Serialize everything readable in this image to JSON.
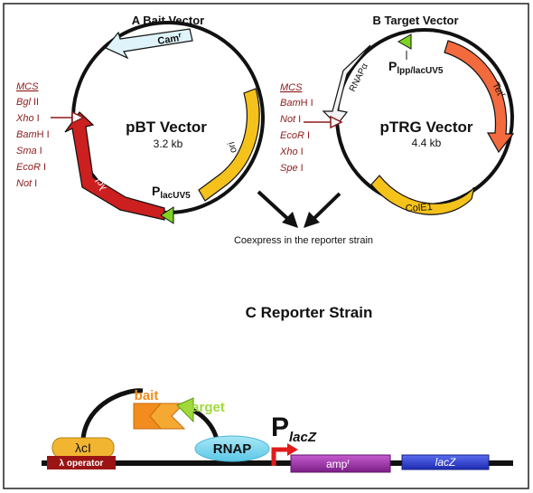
{
  "panel_a": {
    "title": "A  Bait Vector",
    "name": "pBT Vector",
    "size": "3.2 kb",
    "mcs_title": "MCS",
    "mcs_sites": [
      {
        "enzyme": "Bgl",
        "suffix": " II"
      },
      {
        "enzyme": "Xho",
        "suffix": " I"
      },
      {
        "enzyme": "Bam",
        "suffix": "H I"
      },
      {
        "enzyme": "Sma",
        "suffix": " I"
      },
      {
        "enzyme": "EcoR",
        "suffix": " I"
      },
      {
        "enzyme": "Not",
        "suffix": " I"
      }
    ],
    "features": {
      "cam": "Cam",
      "cam_sup": "r",
      "lcl": "λcI",
      "ori": "ori",
      "promoter": "P",
      "promoter_sub": "lacUV5"
    }
  },
  "panel_b": {
    "title": "B  Target Vector",
    "name": "pTRG Vector",
    "size": "4.4 kb",
    "mcs_title": "MCS",
    "mcs_sites": [
      {
        "enzyme": "Bam",
        "suffix": "H I"
      },
      {
        "enzyme": "Not",
        "suffix": " I"
      },
      {
        "enzyme": "EcoR",
        "suffix": " I"
      },
      {
        "enzyme": "Xho",
        "suffix": " I"
      },
      {
        "enzyme": "Spe",
        "suffix": " I"
      }
    ],
    "features": {
      "rnapa": "RNAPα",
      "tet": "Tet",
      "tet_sup": "r",
      "cole1": "ColE1",
      "promoter": "P",
      "promoter_sub": "lpp/lacUV5"
    }
  },
  "coexpress_label": "Coexpress in the reporter strain",
  "panel_c": {
    "title": "C  Reporter Strain",
    "bait": "bait",
    "target": "target",
    "lcl": "λcI",
    "operator": "λ operator",
    "rnap": "RNAP",
    "promoter": "P",
    "promoter_sub": "lacZ",
    "amp": "amp",
    "amp_sup": "r",
    "lacz": "lacZ"
  },
  "colors": {
    "mcs_red": "#8b1a1a",
    "cam": "#dff3fb",
    "lambda_red": "#cc1f1f",
    "ori_yellow": "#f4c21b",
    "promoter_green": "#7ed321",
    "tet_orange": "#f26a3d",
    "bait_orange": "#f28c1e",
    "target_green": "#9fd93a",
    "rnap_cyan": "#7fd6ee",
    "amp_purple": "#9b27a8",
    "lacz_blue": "#2b3fd6"
  }
}
